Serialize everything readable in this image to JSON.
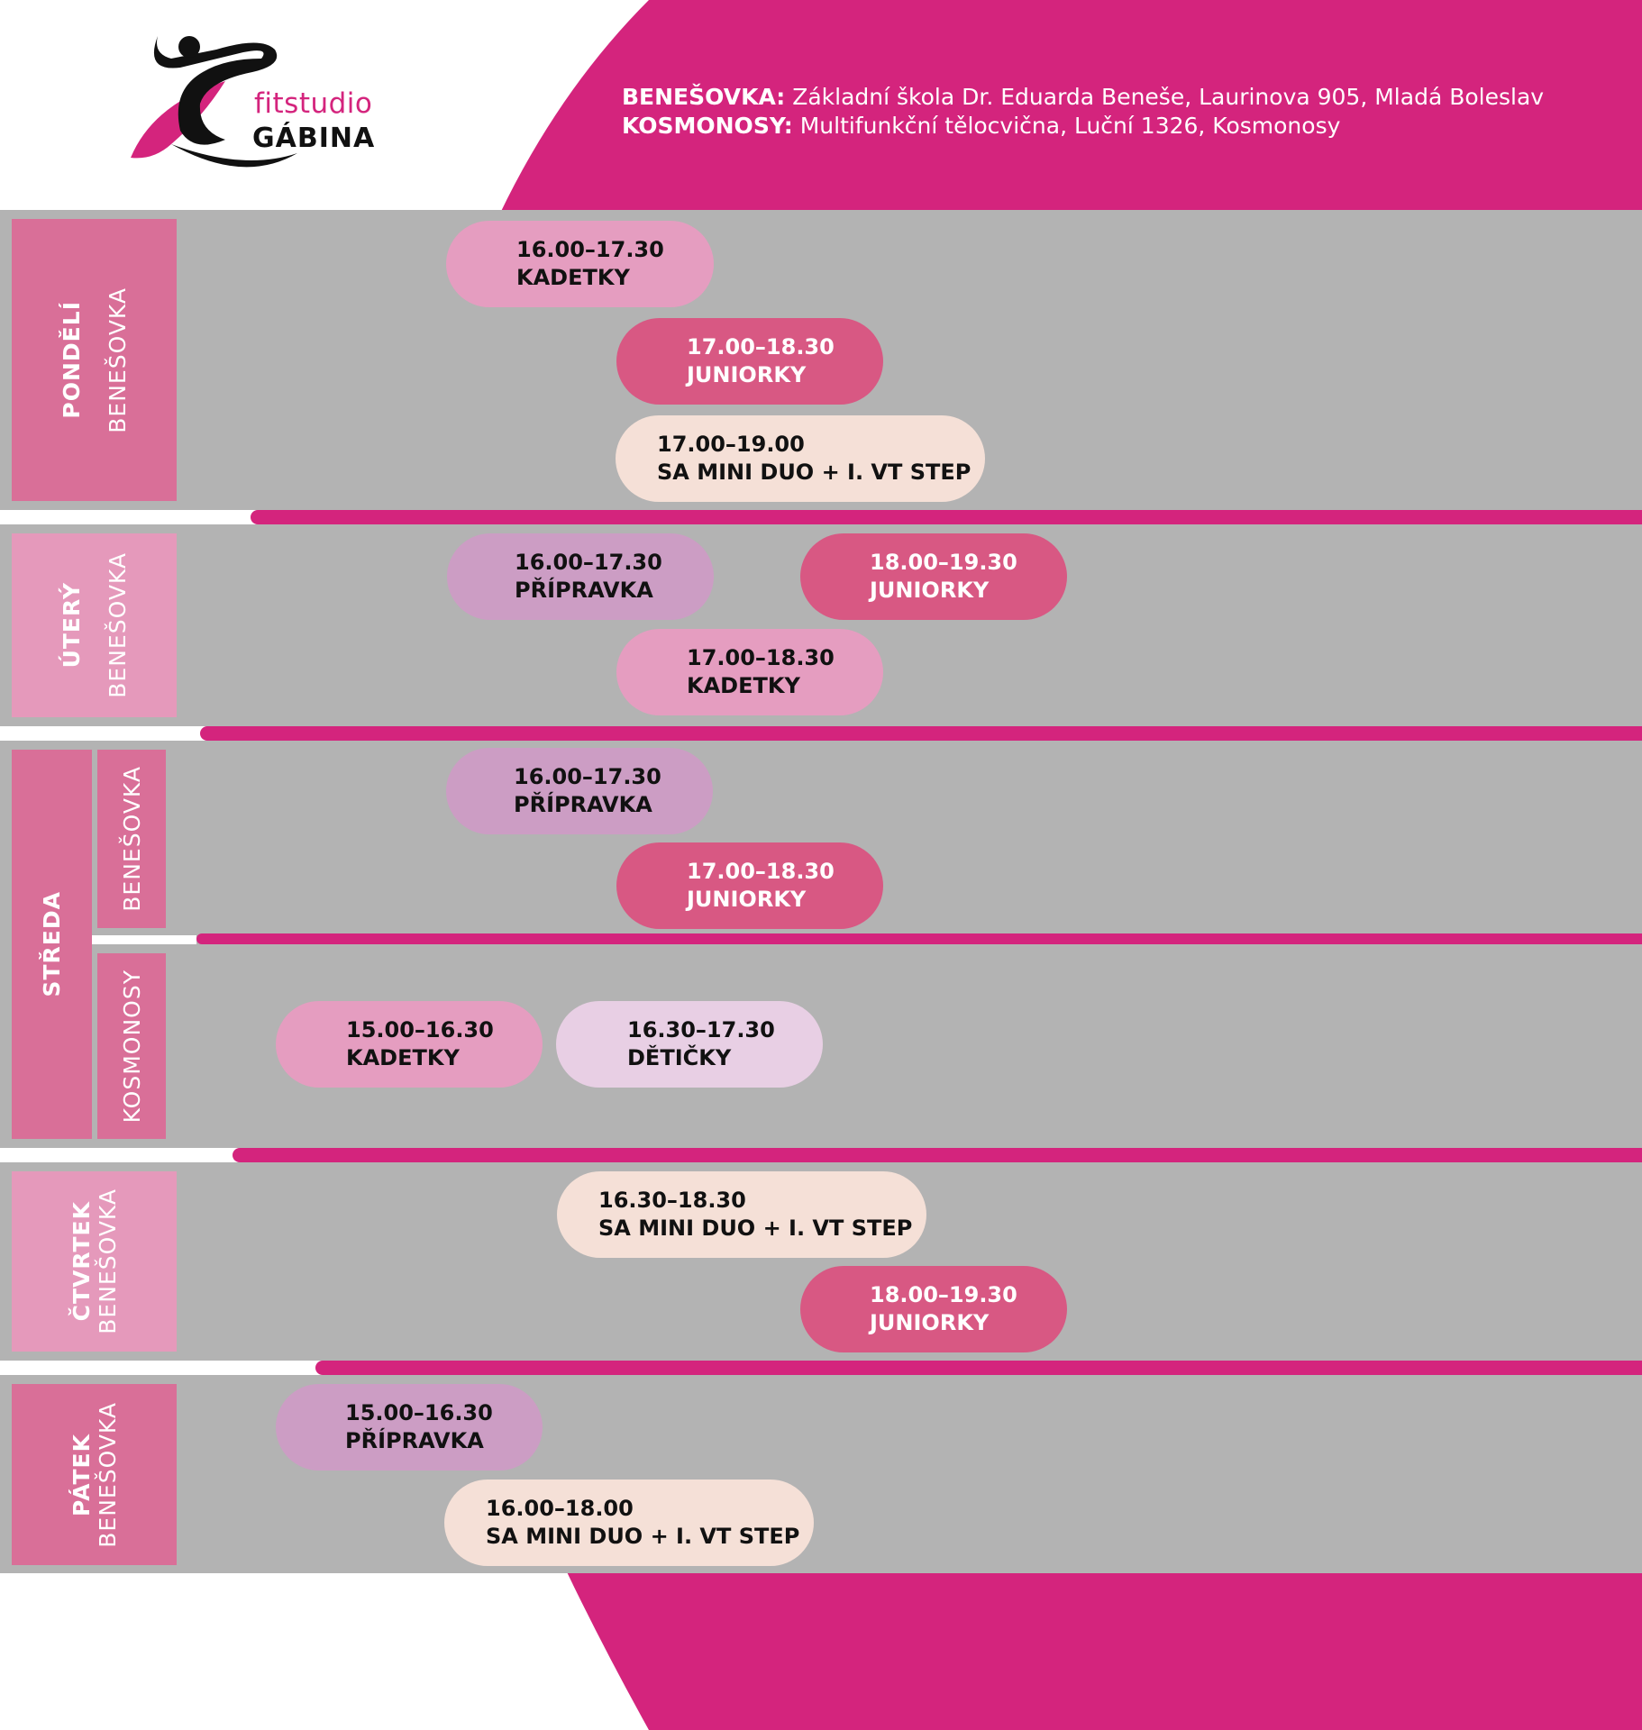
{
  "brand": {
    "line1": "fitstudio",
    "line2": "GÁBINA"
  },
  "venues": [
    {
      "name": "BENEŠOVKA:",
      "detail": "Základní škola Dr. Eduarda Beneše, Laurinova 905, Mladá Boleslav"
    },
    {
      "name": "KOSMONOSY:",
      "detail": "Multifunkční tělocvična, Luční 1326, Kosmonosy"
    }
  ],
  "colors": {
    "magenta": "#d4247d",
    "grey": "#b3b3b3",
    "day_dark": "#d96f98",
    "day_light": "#e599bb",
    "kadetky": "#e59dc0",
    "juniorky": "#d85883",
    "pripravka": "#cc9dc4",
    "sa_mini": "#f5e0d7",
    "deticky": "#e8cfe4"
  },
  "days": [
    {
      "day": "PONDĚLÍ",
      "location": "BENEŠOVKA",
      "sessions": [
        {
          "time": "16.00–17.30",
          "group": "KADETKY"
        },
        {
          "time": "17.00–18.30",
          "group": "JUNIORKY"
        },
        {
          "time": "17.00–19.00",
          "group": "SA MINI DUO + I. VT STEP"
        }
      ]
    },
    {
      "day": "ÚTERÝ",
      "location": "BENEŠOVKA",
      "sessions": [
        {
          "time": "16.00–17.30",
          "group": "PŘÍPRAVKA"
        },
        {
          "time": "18.00–19.30",
          "group": "JUNIORKY"
        },
        {
          "time": "17.00–18.30",
          "group": "KADETKY"
        }
      ]
    },
    {
      "day": "STŘEDA",
      "location": "BENEŠOVKA",
      "location2": "KOSMONOSY",
      "sessions": [
        {
          "time": "16.00–17.30",
          "group": "PŘÍPRAVKA"
        },
        {
          "time": "17.00–18.30",
          "group": "JUNIORKY"
        },
        {
          "time": "15.00–16.30",
          "group": "KADETKY"
        },
        {
          "time": "16.30–17.30",
          "group": "DĚTIČKY"
        }
      ]
    },
    {
      "day": "ČTVRTEK",
      "location": "BENEŠOVKA",
      "sessions": [
        {
          "time": "16.30–18.30",
          "group": "SA MINI DUO + I. VT STEP"
        },
        {
          "time": "18.00–19.30",
          "group": "JUNIORKY"
        }
      ]
    },
    {
      "day": "PÁTEK",
      "location": "BENEŠOVKA",
      "sessions": [
        {
          "time": "15.00–16.30",
          "group": "PŘÍPRAVKA"
        },
        {
          "time": "16.00–18.00",
          "group": "SA MINI DUO + I. VT STEP"
        }
      ]
    }
  ]
}
